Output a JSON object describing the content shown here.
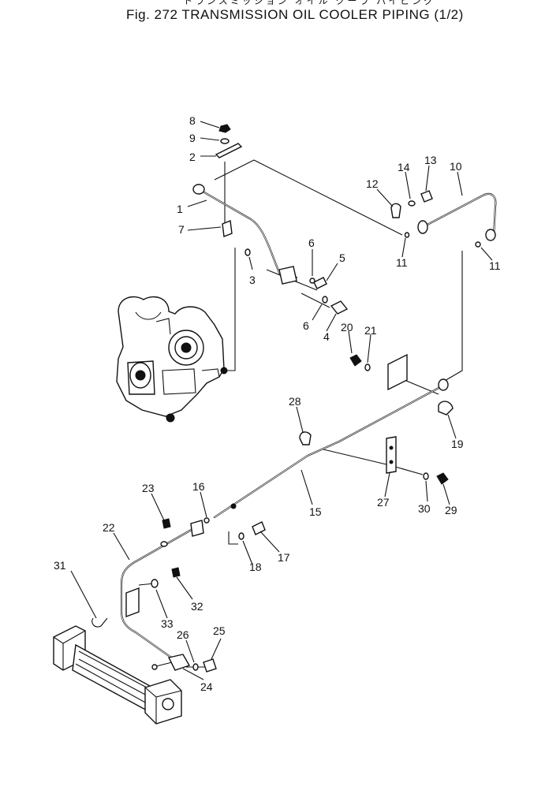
{
  "header": {
    "japanese_title": "トランスミッション オイル クーラ パイピング",
    "figure_title": "Fig. 272  TRANSMISSION OIL COOLER PIPING (1/2)"
  },
  "callouts": [
    "1",
    "2",
    "3",
    "4",
    "5",
    "6",
    "6",
    "7",
    "8",
    "9",
    "10",
    "11",
    "11",
    "12",
    "13",
    "14",
    "15",
    "16",
    "17",
    "18",
    "19",
    "20",
    "21",
    "22",
    "23",
    "24",
    "25",
    "26",
    "27",
    "28",
    "29",
    "30",
    "31",
    "32",
    "33"
  ]
}
